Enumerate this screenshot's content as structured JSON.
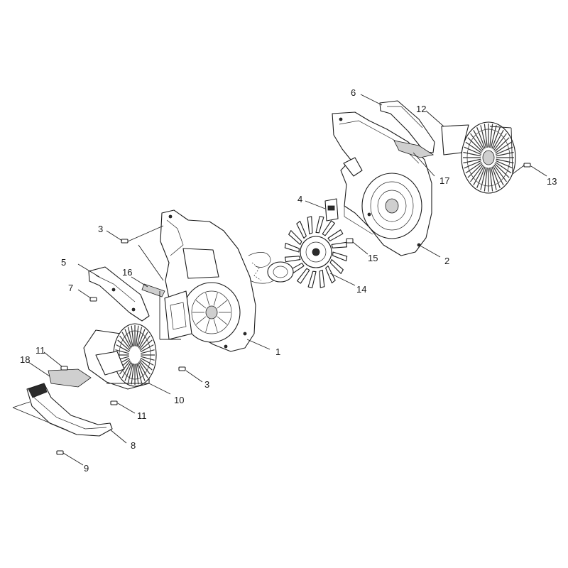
{
  "callouts": [
    {
      "id": "c1",
      "label": "1"
    },
    {
      "id": "c2",
      "label": "2"
    },
    {
      "id": "c3a",
      "label": "3"
    },
    {
      "id": "c3b",
      "label": "3"
    },
    {
      "id": "c4",
      "label": "4"
    },
    {
      "id": "c5",
      "label": "5"
    },
    {
      "id": "c6",
      "label": "6"
    },
    {
      "id": "c7",
      "label": "7"
    },
    {
      "id": "c8",
      "label": "8"
    },
    {
      "id": "c9",
      "label": "9"
    },
    {
      "id": "c10",
      "label": "10"
    },
    {
      "id": "c11a",
      "label": "11"
    },
    {
      "id": "c11b",
      "label": "11"
    },
    {
      "id": "c12",
      "label": "12"
    },
    {
      "id": "c13",
      "label": "13"
    },
    {
      "id": "c14",
      "label": "14"
    },
    {
      "id": "c15",
      "label": "15"
    },
    {
      "id": "c16",
      "label": "16"
    },
    {
      "id": "c17",
      "label": "17"
    },
    {
      "id": "c18",
      "label": "18"
    }
  ]
}
